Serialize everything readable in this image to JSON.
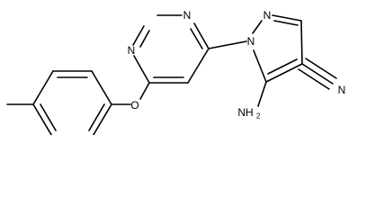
{
  "structure": {
    "atoms": {
      "n_pyrimidine_top": "N",
      "n_pyrimidine_mid": "N",
      "o_ether": "O",
      "n_pyrazole_top": "N",
      "n_pyrazole_sub": "N",
      "amine": "NH",
      "amine_subscript": "2",
      "nitrile_n": "N"
    }
  }
}
